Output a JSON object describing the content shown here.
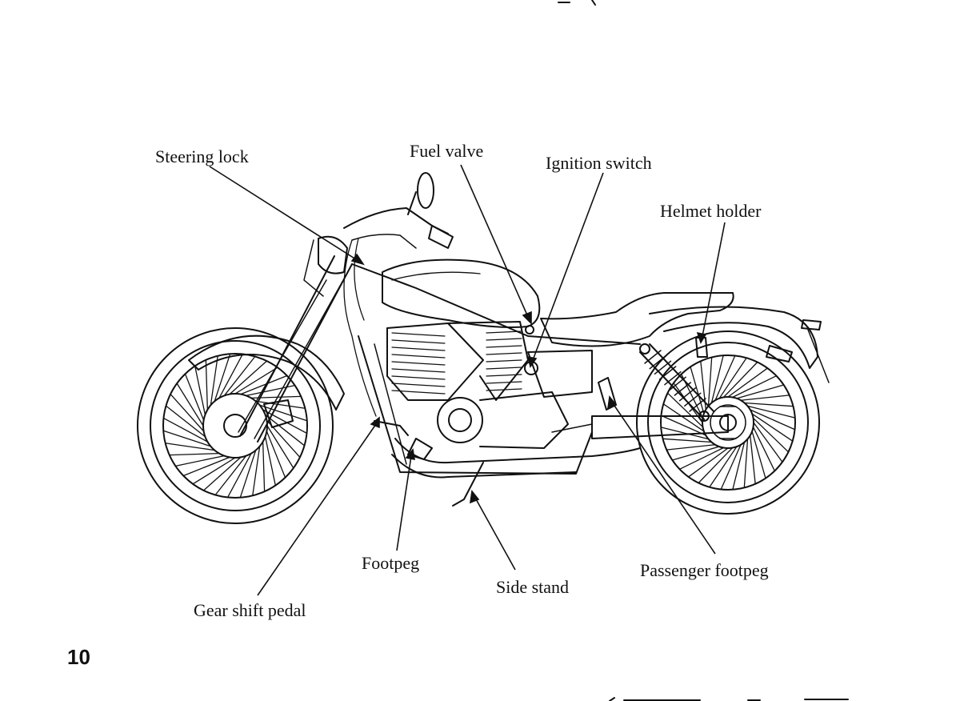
{
  "labels": {
    "steering_lock": "Steering lock",
    "fuel_valve": "Fuel valve",
    "ignition_switch": "Ignition switch",
    "helmet_holder": "Helmet holder",
    "footpeg": "Footpeg",
    "side_stand": "Side stand",
    "passenger_footpeg": "Passenger footpeg",
    "gear_shift_pedal": "Gear shift pedal"
  },
  "page_number": "10",
  "colors": {
    "ink": "#111111",
    "background": "#ffffff"
  }
}
